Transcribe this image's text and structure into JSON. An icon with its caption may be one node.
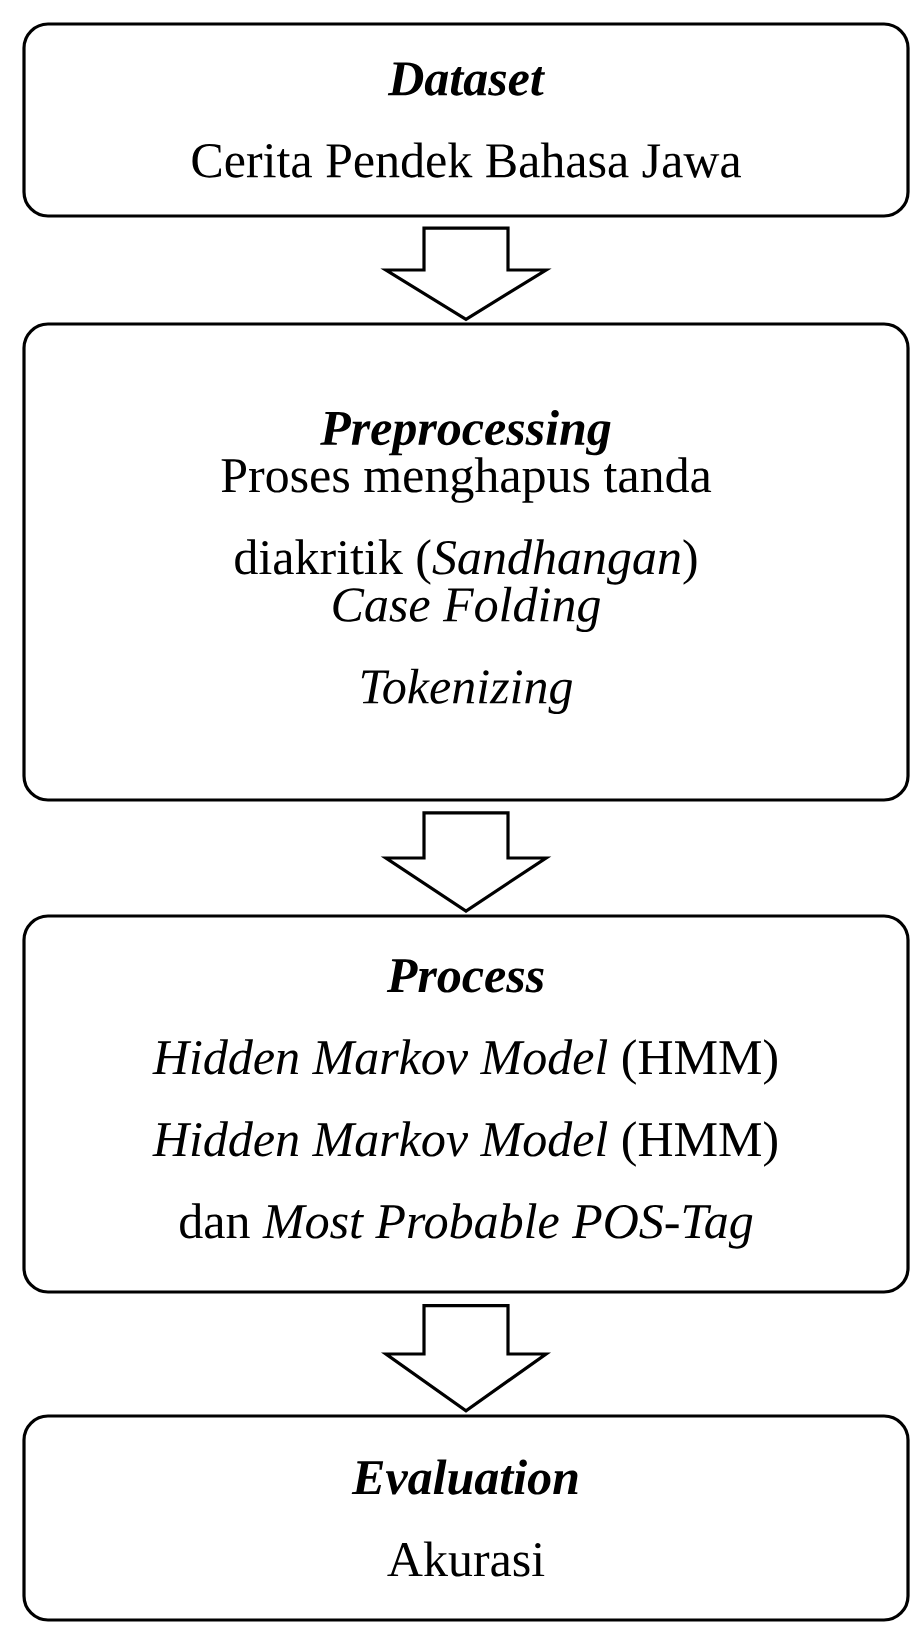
{
  "diagram": {
    "nodes": [
      {
        "text": [
          "Dataset",
          "Cerita Pendek Bahasa Jawa"
        ]
      },
      {
        "text": [
          "Preprocessing",
          "Proses menghapus tanda diakritik (*Sandhangan*)",
          "Case Folding",
          "Tokenizing"
        ]
      },
      {
        "text": [
          "Process",
          "*Hidden Markov Model* (HMM)",
          "*Hidden Markov Model* (HMM)",
          "dan *Most Probable POS-Tag*"
        ]
      },
      {
        "text": [
          "Evaluation",
          "Akurasi"
        ]
      }
    ],
    "edges": [
      {
        "from": 0,
        "to": 1,
        "arrow": "to"
      },
      {
        "from": 1,
        "to": 2,
        "arrow": "to"
      },
      {
        "from": 2,
        "to": 3,
        "arrow": "to"
      }
    ]
  }
}
